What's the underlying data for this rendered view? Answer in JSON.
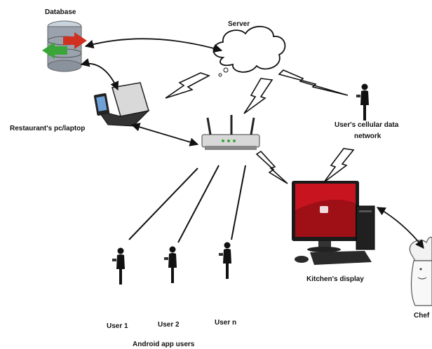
{
  "labels": {
    "database": "Database",
    "server": "Server",
    "restaurant": "Restaurant's pc/laptop",
    "cellular_line1": "User's cellular data",
    "cellular_line2": "network",
    "kitchen": "Kitchen's display",
    "chef": "Chef",
    "user1": "User 1",
    "user2": "User 2",
    "usern": "User n",
    "android": "Android app users"
  },
  "colors": {
    "line": "#111111",
    "monitor_red": "#c8141e",
    "db_gray": "#9aa3ad",
    "db_blue": "#3b6fb6",
    "arrow_green": "#3aa63a",
    "arrow_red": "#d03020"
  }
}
